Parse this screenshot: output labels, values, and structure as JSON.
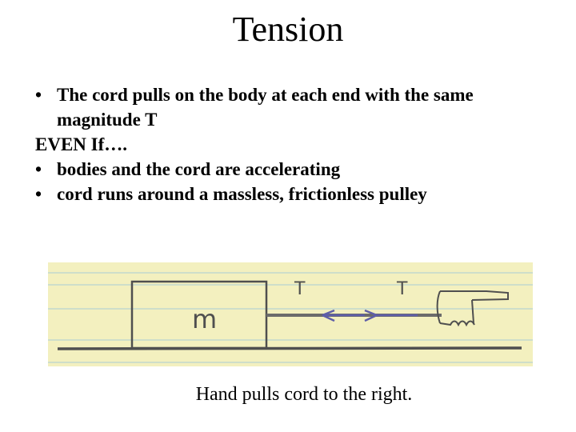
{
  "slide": {
    "title": "Tension",
    "lines": [
      {
        "bullet": "•",
        "text": "The cord pulls on the body at each end with the same"
      },
      {
        "bullet": "",
        "text": "magnitude T"
      },
      {
        "bullet": "",
        "text": "EVEN If…."
      },
      {
        "bullet": "•",
        "text": "bodies and the cord are accelerating"
      },
      {
        "bullet": "•",
        "text": "cord runs around a massless, frictionless pulley"
      }
    ],
    "figure": {
      "block_label": "m",
      "left_tension_label": "T",
      "right_tension_label": "T"
    },
    "caption": "Hand pulls cord to the right."
  },
  "colors": {
    "paper": "#f3f0bf",
    "rule_line": "#b8d2d0",
    "pencil": "#4f4f4f",
    "arrow": "#5f5fa8"
  }
}
